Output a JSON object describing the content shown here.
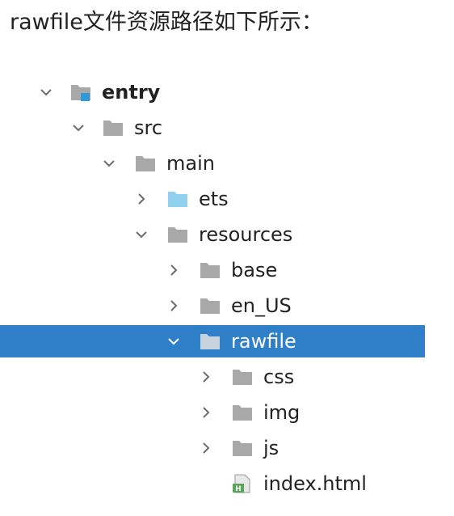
{
  "caption": "rawfile文件资源路径如下所示：",
  "colors": {
    "folder_gray": "#a8a8a8",
    "folder_blue": "#8fd0ee",
    "module_accent": "#2f9ad9",
    "selection": "#2f7fc9",
    "html_badge": "#5aa55a"
  },
  "tree": {
    "items": [
      {
        "label": "entry",
        "depth": 0,
        "expanded": true,
        "icon": "module-folder-icon",
        "bold": true
      },
      {
        "label": "src",
        "depth": 1,
        "expanded": true,
        "icon": "folder-icon"
      },
      {
        "label": "main",
        "depth": 2,
        "expanded": true,
        "icon": "folder-icon"
      },
      {
        "label": "ets",
        "depth": 3,
        "expanded": false,
        "icon": "source-folder-icon"
      },
      {
        "label": "resources",
        "depth": 3,
        "expanded": true,
        "icon": "folder-icon"
      },
      {
        "label": "base",
        "depth": 4,
        "expanded": false,
        "icon": "folder-icon"
      },
      {
        "label": "en_US",
        "depth": 4,
        "expanded": false,
        "icon": "folder-icon"
      },
      {
        "label": "rawfile",
        "depth": 4,
        "expanded": true,
        "icon": "folder-icon",
        "selected": true
      },
      {
        "label": "css",
        "depth": 5,
        "expanded": false,
        "icon": "folder-icon"
      },
      {
        "label": "img",
        "depth": 5,
        "expanded": false,
        "icon": "folder-icon"
      },
      {
        "label": "js",
        "depth": 5,
        "expanded": false,
        "icon": "folder-icon"
      },
      {
        "label": "index.html",
        "depth": 5,
        "leaf": true,
        "icon": "html-file-icon"
      }
    ]
  }
}
